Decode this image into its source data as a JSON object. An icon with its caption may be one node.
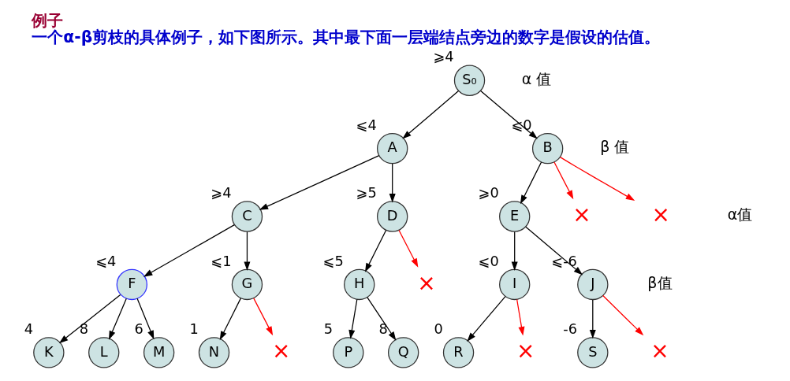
{
  "diagram": {
    "title": "例子",
    "caption": "一个α-β剪枝的具体例子，如下图所示。其中最下面一层端结点旁边的数字是假设的估值。",
    "nodes": [
      {
        "text": [
          "S₀"
        ],
        "beside": [
          "⩾4"
        ]
      },
      {
        "text": [
          "A"
        ],
        "beside": [
          "⩽4"
        ]
      },
      {
        "text": [
          "B"
        ],
        "beside": [
          "⩽0"
        ]
      },
      {
        "text": [
          "C"
        ],
        "beside": [
          "⩾4"
        ]
      },
      {
        "text": [
          "D"
        ],
        "beside": [
          "⩾5"
        ]
      },
      {
        "text": [
          "E"
        ],
        "beside": [
          "⩾0"
        ]
      },
      {
        "text": [
          "×"
        ]
      },
      {
        "text": [
          "×"
        ]
      },
      {
        "text": [
          "F"
        ],
        "beside": [
          "⩽4"
        ]
      },
      {
        "text": [
          "G"
        ],
        "beside": [
          "⩽1"
        ]
      },
      {
        "text": [
          "H"
        ],
        "beside": [
          "⩽5"
        ]
      },
      {
        "text": [
          "×"
        ]
      },
      {
        "text": [
          "I"
        ],
        "beside": [
          "⩽0"
        ]
      },
      {
        "text": [
          "J"
        ],
        "beside": [
          "⩽-6"
        ]
      },
      {
        "text": [
          "K"
        ],
        "beside": [
          "4"
        ]
      },
      {
        "text": [
          "L"
        ],
        "beside": [
          "8"
        ]
      },
      {
        "text": [
          "M"
        ],
        "beside": [
          "6"
        ]
      },
      {
        "text": [
          "N"
        ],
        "beside": [
          "1"
        ]
      },
      {
        "text": [
          "×"
        ]
      },
      {
        "text": [
          "P"
        ],
        "beside": [
          "5"
        ]
      },
      {
        "text": [
          "Q"
        ],
        "beside": [
          "8"
        ]
      },
      {
        "text": [
          "R"
        ],
        "beside": [
          "0"
        ]
      },
      {
        "text": [
          "×"
        ]
      },
      {
        "text": [
          "S"
        ],
        "beside": [
          "-6"
        ]
      },
      {
        "text": [
          "×"
        ]
      }
    ],
    "edges": [
      {
        "from": 0,
        "to": 1,
        "arrow": "to"
      },
      {
        "from": 0,
        "to": 2,
        "arrow": "to"
      },
      {
        "from": 1,
        "to": 3,
        "arrow": "to"
      },
      {
        "from": 1,
        "to": 4,
        "arrow": "to"
      },
      {
        "from": 2,
        "to": 5,
        "arrow": "to"
      },
      {
        "from": 2,
        "to": 6,
        "arrow": "to",
        "color": "#ff0000"
      },
      {
        "from": 2,
        "to": 7,
        "arrow": "to",
        "color": "#ff0000"
      },
      {
        "from": 3,
        "to": 8,
        "arrow": "to"
      },
      {
        "from": 3,
        "to": 9,
        "arrow": "to"
      },
      {
        "from": 4,
        "to": 10,
        "arrow": "to"
      },
      {
        "from": 4,
        "to": 11,
        "arrow": "to",
        "color": "#ff0000"
      },
      {
        "from": 5,
        "to": 12,
        "arrow": "to"
      },
      {
        "from": 5,
        "to": 13,
        "arrow": "to"
      },
      {
        "from": 8,
        "to": 14,
        "arrow": "to"
      },
      {
        "from": 8,
        "to": 15,
        "arrow": "to"
      },
      {
        "from": 8,
        "to": 16,
        "arrow": "to"
      },
      {
        "from": 9,
        "to": 17,
        "arrow": "to"
      },
      {
        "from": 9,
        "to": 18,
        "arrow": "to",
        "color": "#ff0000"
      },
      {
        "from": 10,
        "to": 19,
        "arrow": "to"
      },
      {
        "from": 10,
        "to": 20,
        "arrow": "to"
      },
      {
        "from": 12,
        "to": 21,
        "arrow": "to"
      },
      {
        "from": 12,
        "to": 22,
        "arrow": "to",
        "color": "#ff0000"
      },
      {
        "from": 13,
        "to": 23,
        "arrow": "to"
      },
      {
        "from": 13,
        "to": 24,
        "arrow": "to",
        "color": "#ff0000"
      }
    ],
    "labels": [
      "α 值",
      "β 值",
      "α值",
      "β值"
    ]
  }
}
